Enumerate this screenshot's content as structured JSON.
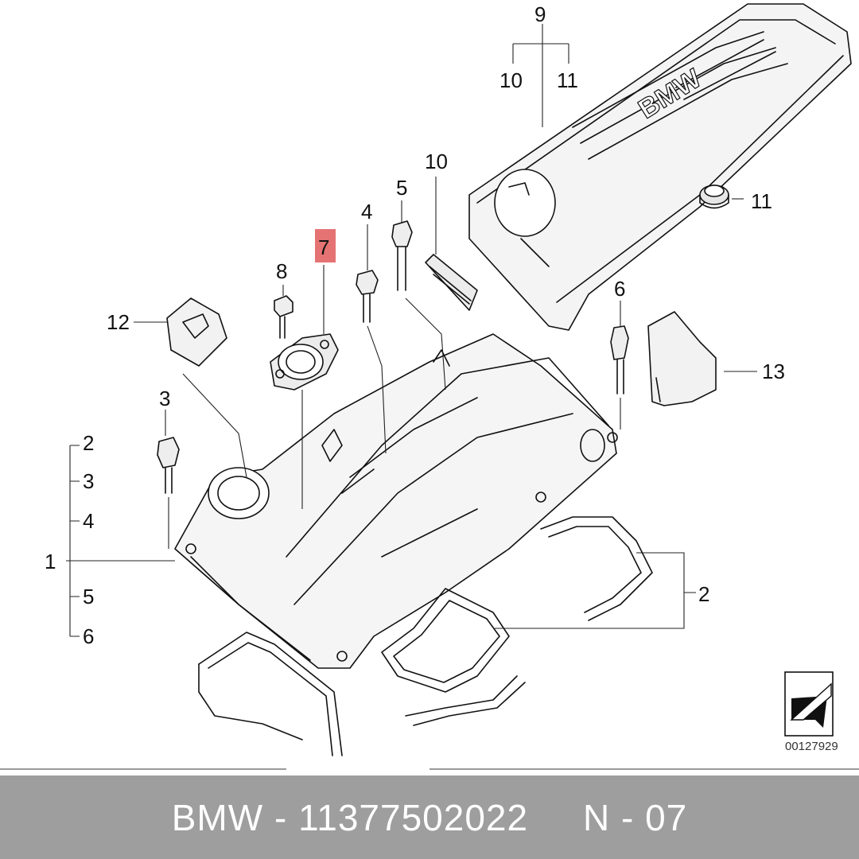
{
  "callouts": {
    "n1": "1",
    "n2a": "2",
    "n2b": "2",
    "n3a": "3",
    "n3b": "3",
    "n4a": "4",
    "n4b": "4",
    "n5a": "5",
    "n5b": "5",
    "n6a": "6",
    "n6b": "6",
    "n7": "7",
    "n8": "8",
    "n9": "9",
    "n10a": "10",
    "n10b": "10",
    "n11a": "11",
    "n11b": "11",
    "n12": "12",
    "n13": "13"
  },
  "brand_text": "BMW",
  "ref_id": "00127929",
  "banner": {
    "brand": "BMW",
    "separator": " - ",
    "part_number": "11377502022",
    "position": "N - 07"
  },
  "colors": {
    "highlight": "#e57373",
    "banner_bg": "#9e9e9e",
    "line": "#111111"
  },
  "icons": [
    "arrow-view-icon"
  ]
}
